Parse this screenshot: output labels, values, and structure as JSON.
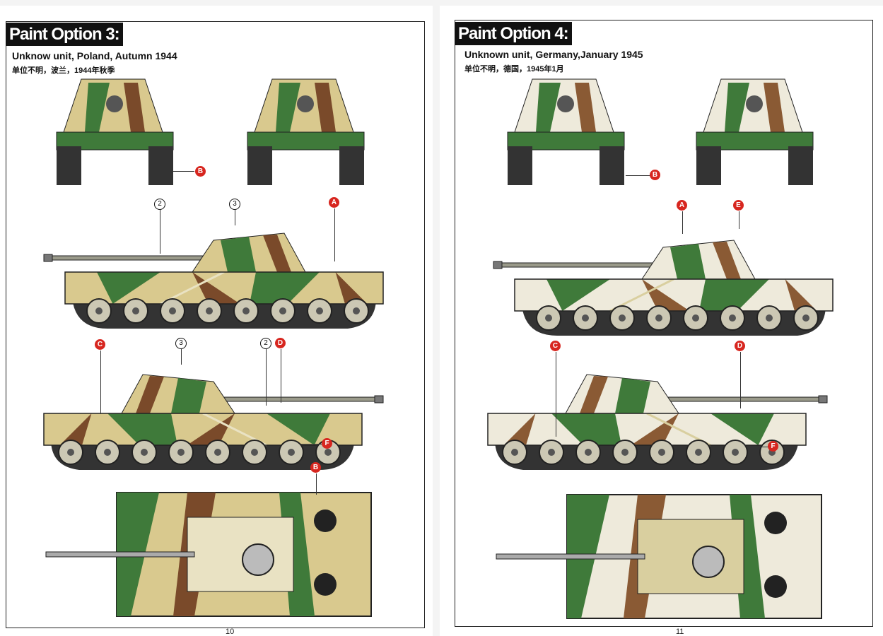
{
  "left_page": {
    "title": "Paint Option 3:",
    "subtitle_en": "Unknow unit, Poland, Autumn 1944",
    "subtitle_cn": "单位不明，波兰，1944年秋季",
    "page_number": "10",
    "palette": [
      "#d9c98e",
      "#3f7a3a",
      "#7a4a2a",
      "#e9e2c3"
    ],
    "callouts": {
      "front_b": "B",
      "side1_2": "2",
      "side1_3": "3",
      "side1_a": "A",
      "side2_c": "C",
      "side2_3": "3",
      "side2_2": "2",
      "side2_d": "D",
      "side2_f": "F",
      "top_b": "B"
    }
  },
  "right_page": {
    "title": "Paint Option 4:",
    "subtitle_en": "Unknown unit, Germany,January 1945",
    "subtitle_cn": "单位不明，德国，1945年1月",
    "page_number": "11",
    "palette": [
      "#eeeadb",
      "#3f7a3a",
      "#8a5a34",
      "#d9cf9f"
    ],
    "callouts": {
      "front_b": "B",
      "side1_a": "A",
      "side1_e": "E",
      "side2_c": "C",
      "side2_d": "D",
      "side2_f": "F"
    }
  }
}
